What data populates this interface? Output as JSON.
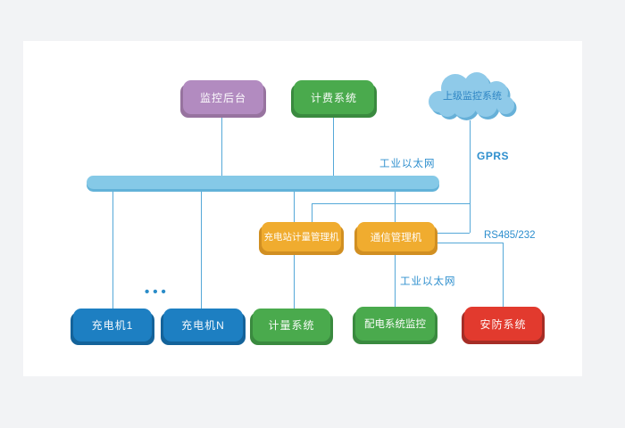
{
  "diagram": {
    "top_nodes": {
      "monitor_backend": {
        "label": "监控后台",
        "fill": "#b28bc0",
        "shadow": "#97739f"
      },
      "billing_system": {
        "label": "计费系统",
        "fill": "#4aaa4d",
        "shadow": "#3a8a3f"
      },
      "upper_monitor_cloud": {
        "label": "上级监控系统",
        "fill": "#8fcae9",
        "shadow": "#66b0d8",
        "text_color": "#2f86c4"
      }
    },
    "bus": {
      "label": "工业以太网",
      "fill": "#85c9e7",
      "shadow": "#62b2d8"
    },
    "middle_nodes": {
      "station_metering_manager": {
        "label": "充电站计量管理机",
        "fill": "#f0ac2f",
        "shadow": "#d18f22"
      },
      "comm_manager": {
        "label": "通信管理机",
        "fill": "#f0ac2f",
        "shadow": "#d18f22"
      }
    },
    "bottom_nodes": {
      "charger_1": {
        "label": "充电机1",
        "fill": "#1d7fc2",
        "shadow": "#14639a"
      },
      "charger_n": {
        "label": "充电机N",
        "fill": "#1d7fc2",
        "shadow": "#14639a"
      },
      "metering_system": {
        "label": "计量系统",
        "fill": "#4aaa4d",
        "shadow": "#3a8a3f"
      },
      "power_distribution_monitor": {
        "label": "配电系统监控",
        "fill": "#4aaa4d",
        "shadow": "#3a8a3f"
      },
      "security_system": {
        "label": "安防系统",
        "fill": "#e23a2e",
        "shadow": "#a62d26"
      }
    },
    "link_labels": {
      "gprs": "GPRS",
      "rs485": "RS485/232",
      "ethernet_comm": "工业以太网"
    },
    "ellipsis": "•••",
    "palette": {
      "page_background": "#f2f3f5",
      "canvas_background": "#ffffff",
      "connector_line": "#55a8d8",
      "link_label_text": "#2e8fce"
    }
  }
}
